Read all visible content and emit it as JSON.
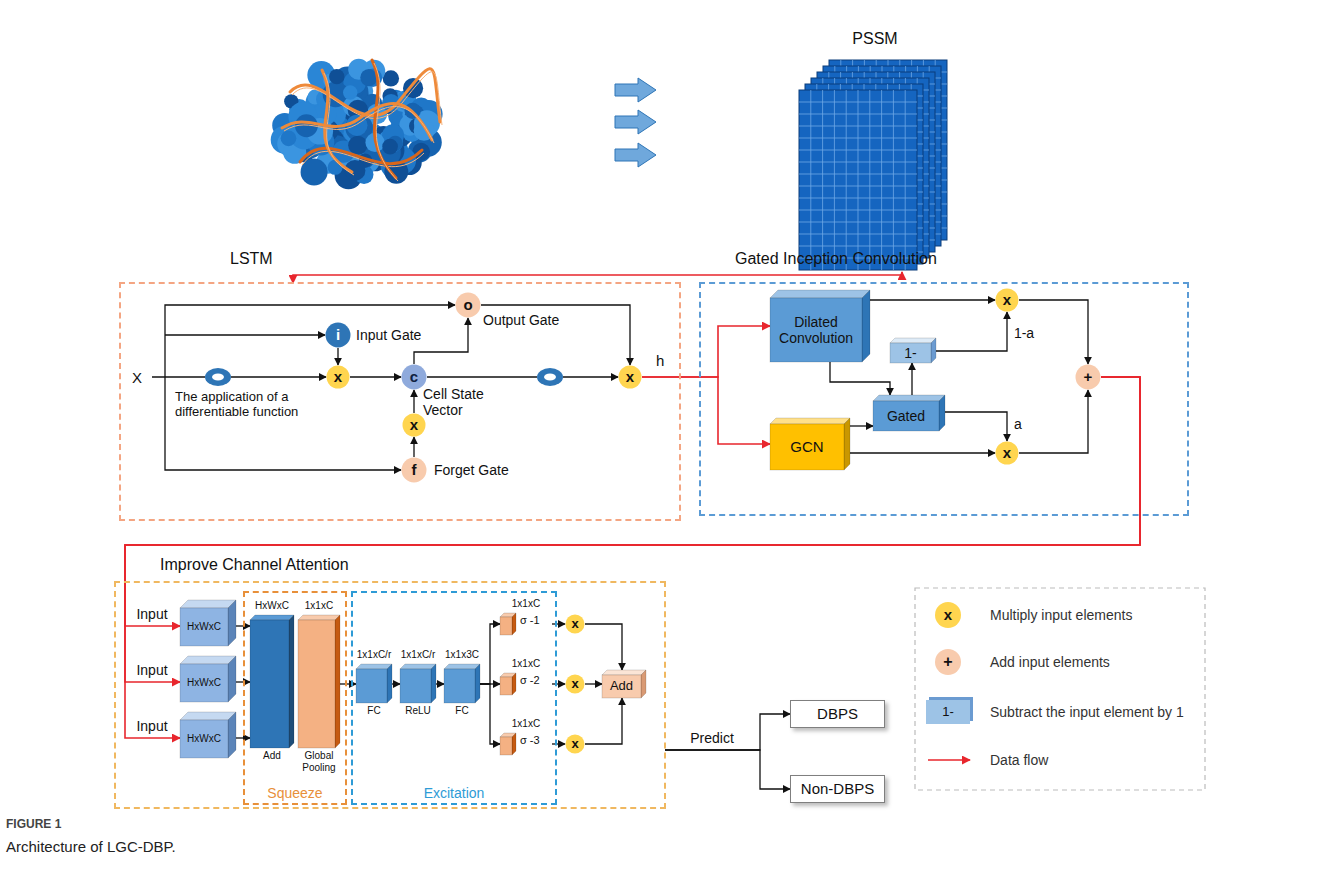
{
  "diagram": {
    "caption": "Architecture of LGC-DBP.",
    "nodes": [
      {
        "text": [
          "PSSM"
        ]
      },
      {
        "text": [
          "LSTM"
        ]
      },
      {
        "text": [
          "i",
          "Input Gate"
        ],
        "in": 1
      },
      {
        "text": [
          "o",
          "Output Gate"
        ],
        "in": 1
      },
      {
        "text": [
          "c",
          "Cell State Vector"
        ],
        "in": 1
      },
      {
        "text": [
          "f",
          "Forget Gate"
        ],
        "in": 1
      },
      {
        "text": [
          "x"
        ],
        "in": 1
      },
      {
        "text": [
          "x"
        ],
        "in": 1
      },
      {
        "text": [
          "x"
        ],
        "in": 1
      },
      {
        "text": [
          "Gated Inception Convolution"
        ]
      },
      {
        "text": [
          "Dilated Convolution"
        ],
        "in": 9
      },
      {
        "text": [
          "GCN"
        ],
        "in": 9
      },
      {
        "text": [
          "Gated"
        ],
        "in": 9
      },
      {
        "text": [
          "1-"
        ],
        "in": 9
      },
      {
        "text": [
          "x"
        ],
        "in": 9
      },
      {
        "text": [
          "x"
        ],
        "in": 9
      },
      {
        "text": [
          "+"
        ],
        "in": 9
      },
      {
        "text": [
          "Improve Channel Attention"
        ]
      },
      {
        "text": [
          "HxWxC"
        ],
        "in": 17
      },
      {
        "text": [
          "HxWxC"
        ],
        "in": 17
      },
      {
        "text": [
          "HxWxC"
        ],
        "in": 17
      },
      {
        "text": [
          "Squeeze"
        ],
        "in": 17
      },
      {
        "text": [
          "HxWxC",
          "Add"
        ],
        "in": 21
      },
      {
        "text": [
          "1x1xC",
          "Global Pooling"
        ],
        "in": 21
      },
      {
        "text": [
          "Excitation"
        ],
        "in": 17
      },
      {
        "text": [
          "1x1xC/r",
          "FC"
        ],
        "in": 24
      },
      {
        "text": [
          "1x1xC/r",
          "ReLU"
        ],
        "in": 24
      },
      {
        "text": [
          "1x1x3C",
          "FC"
        ],
        "in": 24
      },
      {
        "text": [
          "1x1xC",
          "σ -1"
        ],
        "in": 24
      },
      {
        "text": [
          "1x1xC",
          "σ -2"
        ],
        "in": 24
      },
      {
        "text": [
          "1x1xC",
          "σ -3"
        ],
        "in": 24
      },
      {
        "text": [
          "x"
        ],
        "in": 17
      },
      {
        "text": [
          "x"
        ],
        "in": 17
      },
      {
        "text": [
          "x"
        ],
        "in": 17
      },
      {
        "text": [
          "Add"
        ],
        "in": 17
      },
      {
        "text": [
          "DBPS"
        ]
      },
      {
        "text": [
          "Non-DBPS"
        ]
      }
    ],
    "edges": [
      {
        "from": 1,
        "to": 0,
        "arrow": "both"
      },
      {
        "from": 2,
        "to": 6,
        "arrow": "to"
      },
      {
        "from": 6,
        "to": 4,
        "arrow": "to"
      },
      {
        "from": 5,
        "to": 7,
        "arrow": "to"
      },
      {
        "from": 7,
        "to": 4,
        "arrow": "to"
      },
      {
        "from": 4,
        "to": 3,
        "arrow": "to"
      },
      {
        "from": 3,
        "to": 8,
        "arrow": "to"
      },
      {
        "from": 8,
        "to": 10,
        "arrow": "to"
      },
      {
        "from": 8,
        "to": 11,
        "arrow": "to"
      },
      {
        "from": 10,
        "to": 12,
        "arrow": "to"
      },
      {
        "from": 11,
        "to": 12,
        "arrow": "to"
      },
      {
        "from": 10,
        "to": 14,
        "arrow": "to"
      },
      {
        "from": 11,
        "to": 15,
        "arrow": "to"
      },
      {
        "from": 12,
        "to": 13,
        "arrow": "to"
      },
      {
        "from": 13,
        "to": 14,
        "arrow": "to",
        "label": "1-a"
      },
      {
        "from": 12,
        "to": 15,
        "arrow": "to",
        "label": "a"
      },
      {
        "from": 14,
        "to": 16,
        "arrow": "to"
      },
      {
        "from": 15,
        "to": 16,
        "arrow": "to"
      },
      {
        "from": 16,
        "to": 18,
        "arrow": "to",
        "label": "Input"
      },
      {
        "from": 16,
        "to": 19,
        "arrow": "to",
        "label": "Input"
      },
      {
        "from": 16,
        "to": 20,
        "arrow": "to",
        "label": "Input"
      },
      {
        "from": 18,
        "to": 22,
        "arrow": "to"
      },
      {
        "from": 19,
        "to": 22,
        "arrow": "to"
      },
      {
        "from": 20,
        "to": 22,
        "arrow": "to"
      },
      {
        "from": 23,
        "to": 25,
        "arrow": "to"
      },
      {
        "from": 25,
        "to": 26,
        "arrow": "to"
      },
      {
        "from": 26,
        "to": 27,
        "arrow": "to"
      },
      {
        "from": 27,
        "to": 28,
        "arrow": "to"
      },
      {
        "from": 27,
        "to": 29,
        "arrow": "to"
      },
      {
        "from": 27,
        "to": 30,
        "arrow": "to"
      },
      {
        "from": 28,
        "to": 31,
        "arrow": "to"
      },
      {
        "from": 29,
        "to": 32,
        "arrow": "to"
      },
      {
        "from": 30,
        "to": 33,
        "arrow": "to"
      },
      {
        "from": 31,
        "to": 34,
        "arrow": "to"
      },
      {
        "from": 32,
        "to": 34,
        "arrow": "to"
      },
      {
        "from": 33,
        "to": 34,
        "arrow": "to"
      },
      {
        "from": 17,
        "to": 35,
        "arrow": "to",
        "label": "Predict"
      },
      {
        "from": 17,
        "to": 36,
        "arrow": "to"
      }
    ],
    "labels": [
      "X",
      "The application of a differentiable function",
      "h",
      "x",
      "+",
      "1-",
      "FIGURE 1"
    ],
    "legend": [
      {
        "text": "Multiply input elements",
        "color": "#ffd54f"
      },
      {
        "text": "Add input elements",
        "color": "#f8cbad"
      },
      {
        "text": "Subtract the input element by 1",
        "color": "#9dc3e6"
      },
      {
        "text": "Data flow"
      }
    ]
  }
}
